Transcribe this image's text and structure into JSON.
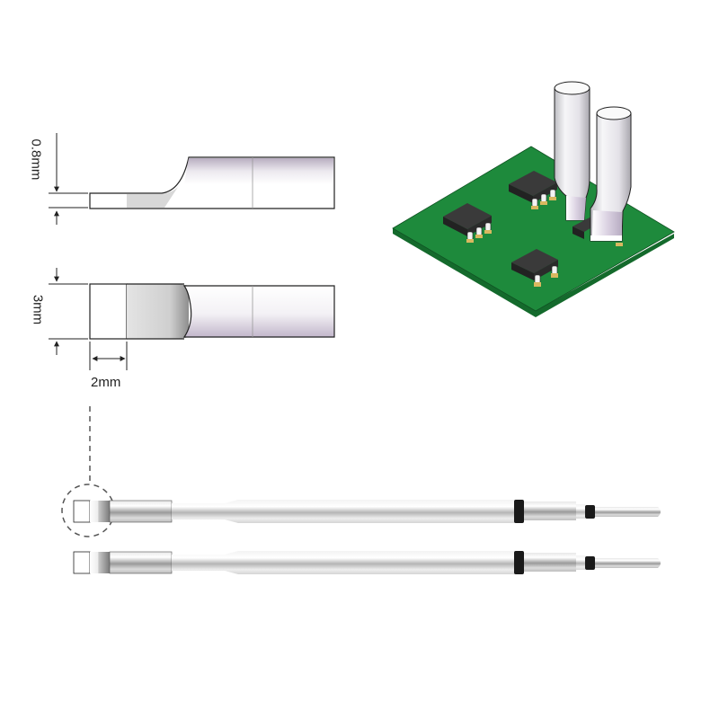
{
  "dimensions": {
    "thickness": "0.8mm",
    "width": "3mm",
    "tip_length": "2mm"
  },
  "views": {
    "side_view": {
      "label": "side-profile-view"
    },
    "top_view": {
      "label": "top-view"
    },
    "pcb_illustration": {
      "components": 4,
      "tip_count": 2
    },
    "full_tips": {
      "count": 2
    }
  },
  "colors": {
    "pcb_green": "#1e8a3c",
    "pcb_edge": "#146a2c",
    "chip_black": "#2b2b2b",
    "pad_gold": "#d9b860",
    "metal_light": "#f2f2f4",
    "metal_mid": "#c9c6cc",
    "metal_lavender": "#c9bfd0",
    "band_black": "#1a1a1a",
    "outline": "#222222"
  }
}
